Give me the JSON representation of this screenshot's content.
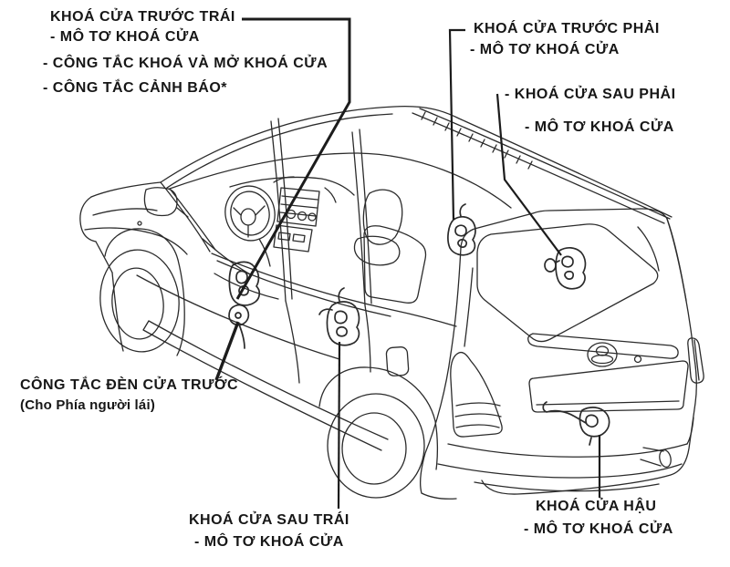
{
  "diagram": {
    "type": "vehicle-parts-callout-diagram",
    "subject": "minivan door lock locations (rear three-quarter line drawing)",
    "colors": {
      "background": "#ffffff",
      "ink": "#262626",
      "label_text": "#171717"
    }
  },
  "labels": {
    "front_left_door": {
      "title": "KHOÁ CỬA TRƯỚC TRÁI",
      "items": [
        "- MÔ TƠ KHOÁ CỬA",
        "- CÔNG TẮC KHOÁ VÀ MỞ KHOÁ CỬA",
        "- CÔNG TẮC CẢNH BÁO*"
      ]
    },
    "front_right_door": {
      "title": "KHOÁ CỬA TRƯỚC PHẢI",
      "items": [
        "- MÔ TƠ KHOÁ CỬA"
      ]
    },
    "rear_right_door": {
      "title": "- KHOÁ CỬA SAU PHẢI",
      "items": [
        "- MÔ TƠ KHOÁ CỬA"
      ]
    },
    "front_door_light_switch": {
      "title": "CÔNG TẮC ĐÈN CỬA TRƯỚC",
      "subtitle": "(Cho Phía người lái)"
    },
    "rear_left_door": {
      "title": "KHOÁ CỬA SAU TRÁI",
      "items": [
        "- MÔ TƠ KHOÁ CỬA"
      ]
    },
    "tailgate": {
      "title": "KHOÁ CỬA HẬU",
      "items": [
        "- MÔ TƠ KHOÁ CỬA"
      ]
    }
  }
}
